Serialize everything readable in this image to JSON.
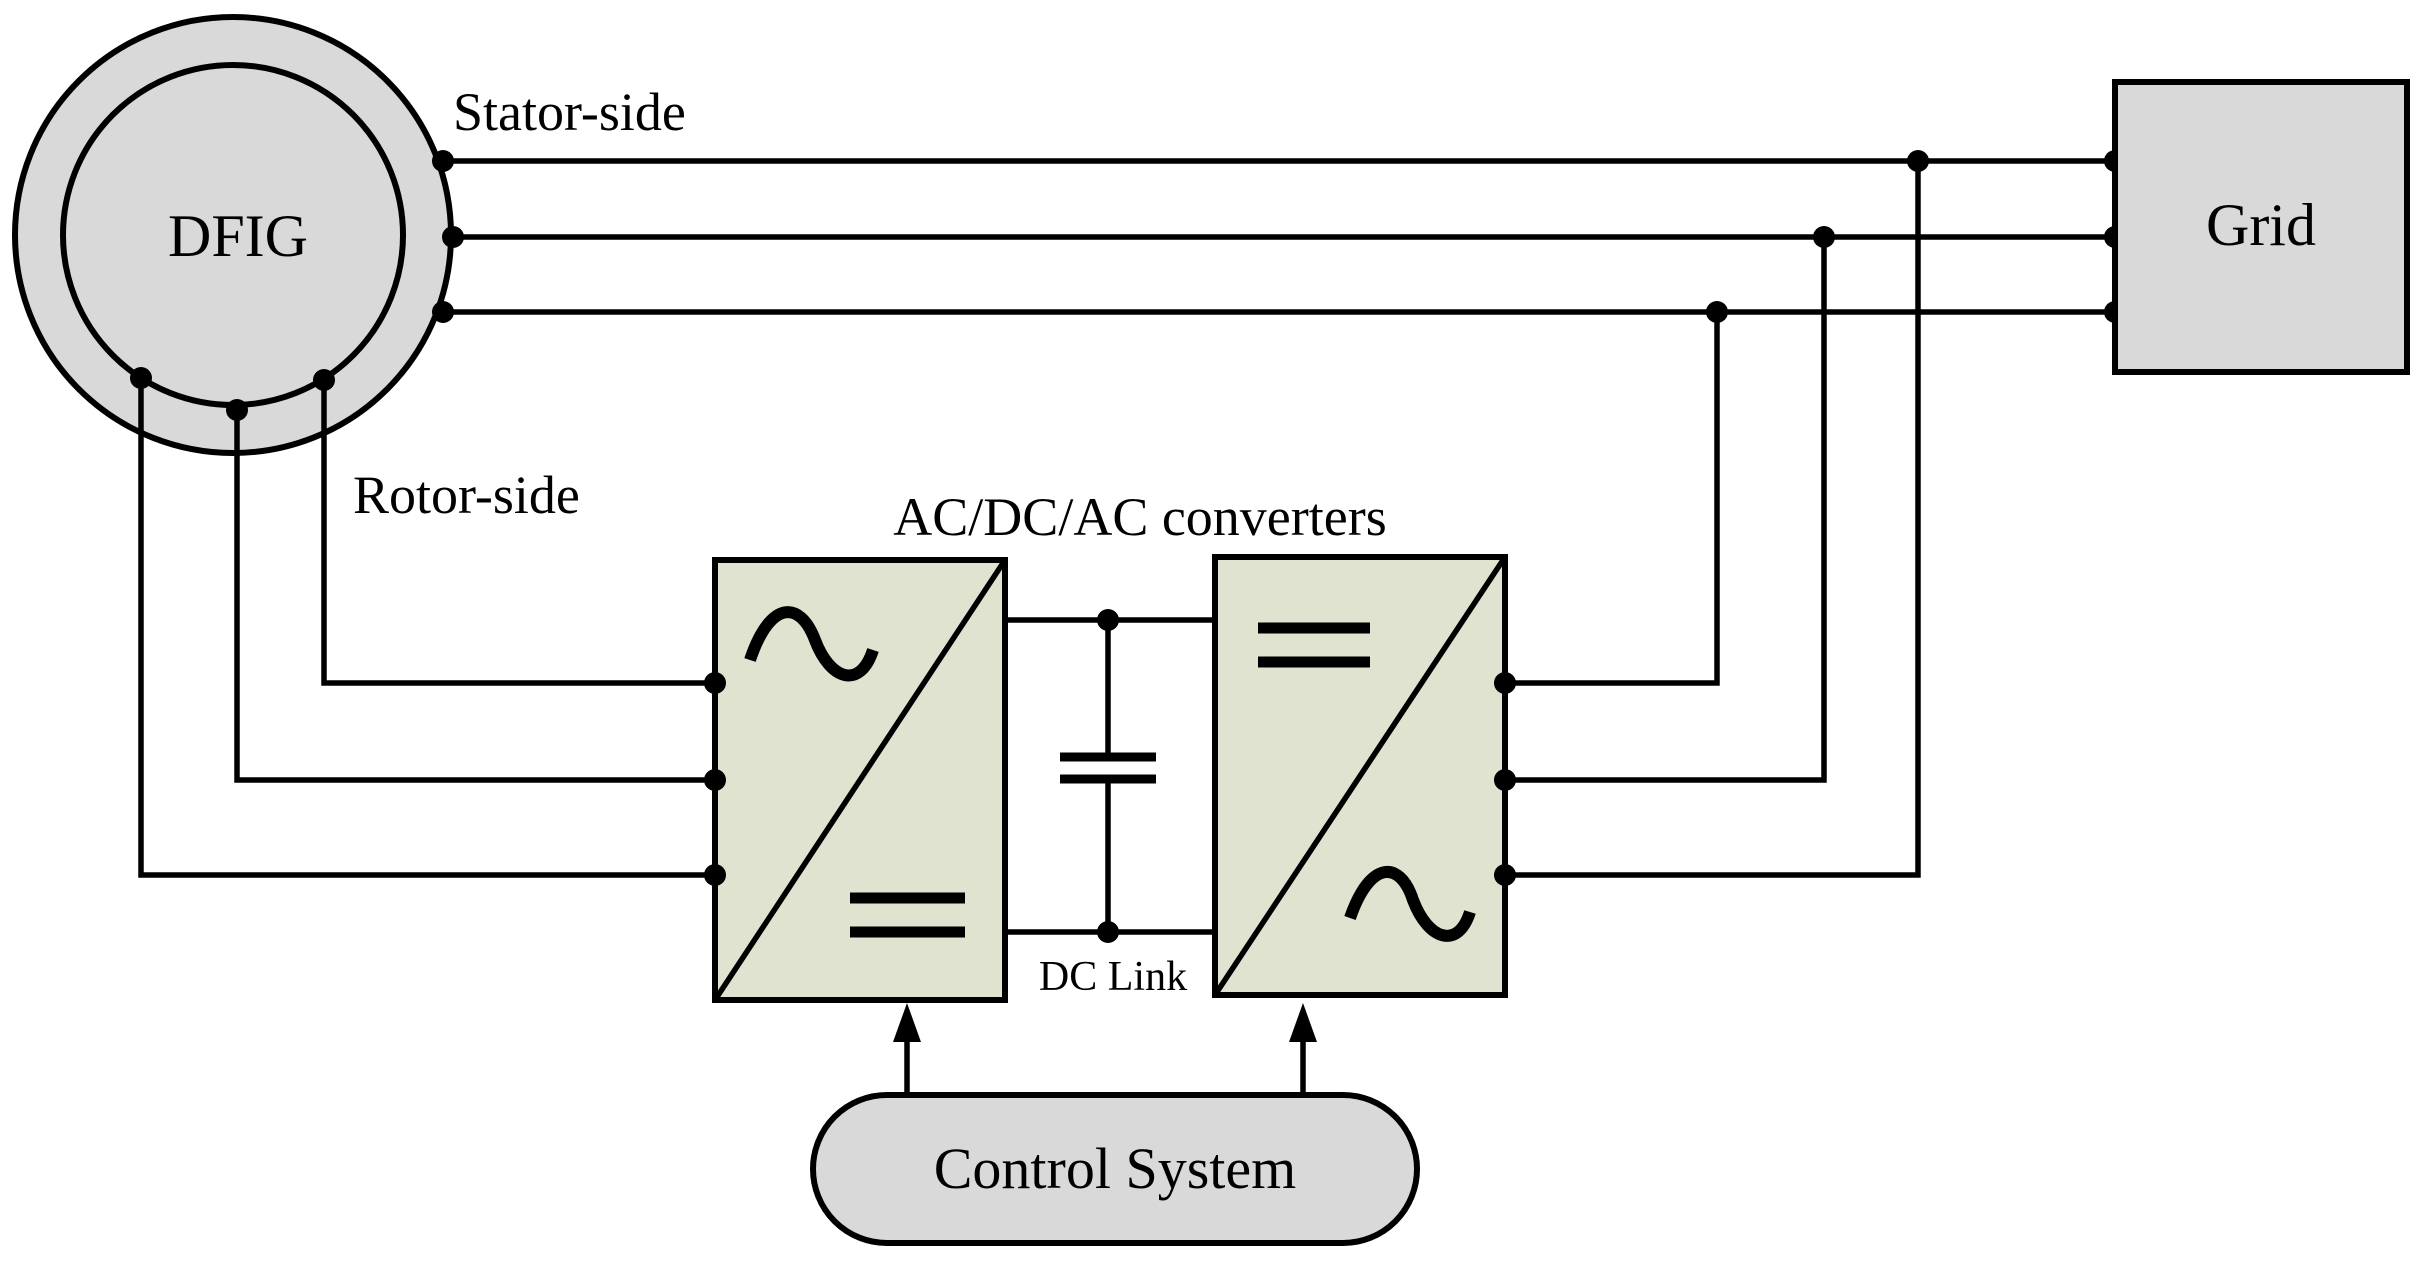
{
  "labels": {
    "generator": "DFIG",
    "stator_side": "Stator-side",
    "rotor_side": "Rotor-side",
    "grid": "Grid",
    "converters": "AC/DC/AC converters",
    "dc_link": "DC Link",
    "control_system": "Control System"
  },
  "colors": {
    "generator_fill": "#d9d9d9",
    "converter_fill": "#dfe3cf",
    "grid_fill": "#d9d9d9",
    "control_fill": "#d9d9d9",
    "line": "#000000"
  },
  "icons": {
    "rotor_converter_top": "ac-tilde-icon",
    "rotor_converter_bottom": "dc-equals-icon",
    "grid_converter_top": "dc-equals-icon",
    "grid_converter_bottom": "ac-tilde-icon",
    "dc_link_element": "capacitor-icon"
  }
}
